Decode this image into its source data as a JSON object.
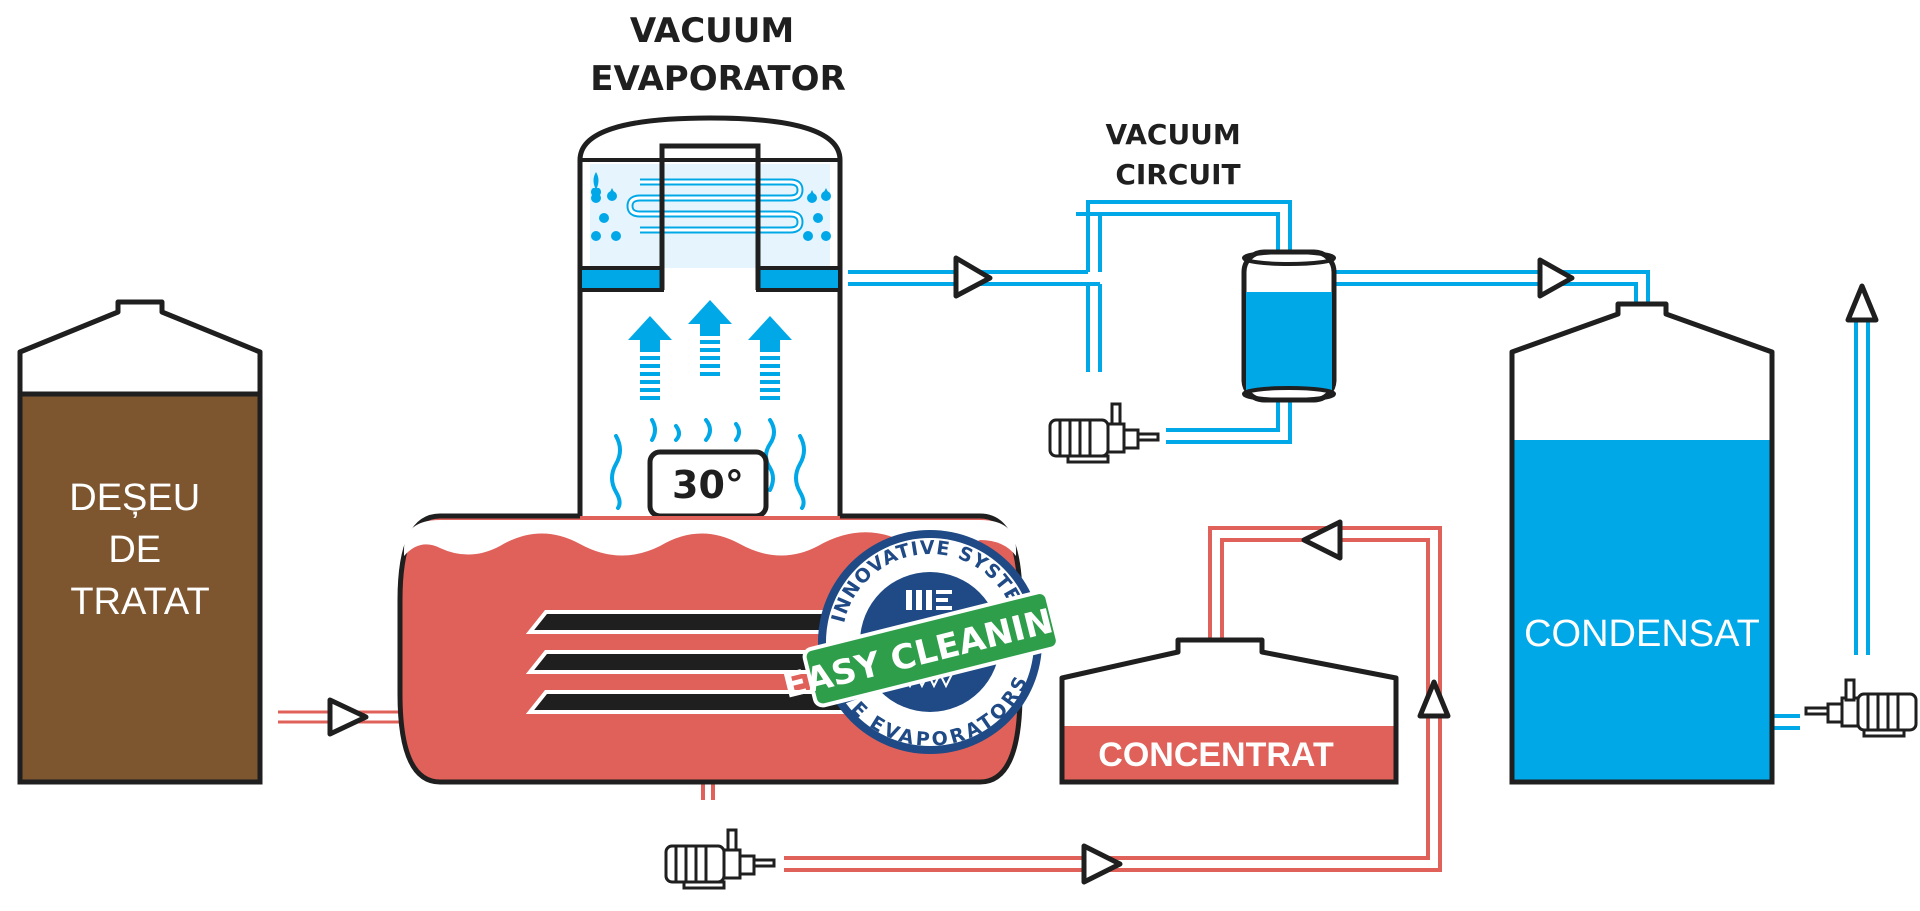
{
  "labels": {
    "vacuum_evaporator": [
      "VACUUM",
      "EVAPORATOR"
    ],
    "vacuum_circuit": [
      "VACUUM",
      "CIRCUIT"
    ],
    "waste_tank": [
      "DEȘEU",
      "DE",
      "TRATAT"
    ],
    "temperature": "30°",
    "concentrate": "CONCENTRAT",
    "condensate": "CONDENSAT"
  },
  "badge": {
    "top_arc": "INNOVATIVE SYSTEM",
    "ribbon": "EASY CLEANING",
    "bottom_arc": "IWE EVAPORATORS"
  },
  "colors": {
    "blue": "#00a8e8",
    "red": "#e0615a",
    "brown": "#7d5630",
    "green": "#2f9e4b",
    "navy": "#1f4a86",
    "outline": "#1f1f1f"
  }
}
